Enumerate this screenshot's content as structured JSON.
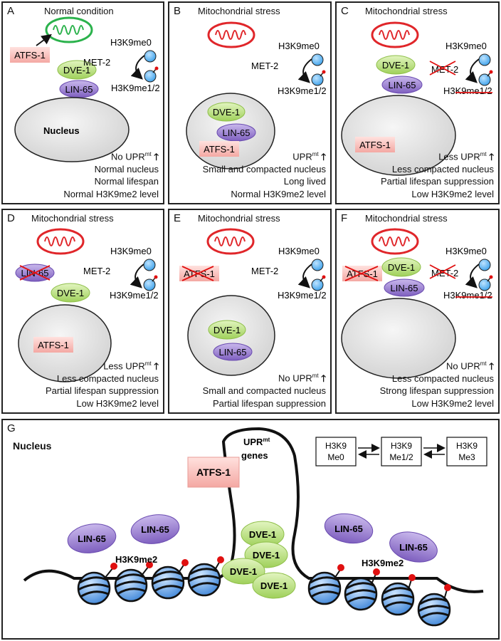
{
  "panels": {
    "A": {
      "label": "A",
      "title": "Normal condition",
      "atfs": "ATFS-1",
      "dve": "DVE-1",
      "lin": "LIN-65",
      "met": "MET-2",
      "h0": "H3K9me0",
      "h12": "H3K9me1/2",
      "nucleus": "Nucleus",
      "upr_pre": "No UPR",
      "upr_sup": "mt",
      "lines": [
        "Normal nucleus",
        "Normal lifespan",
        "Normal H3K9me2 level"
      ]
    },
    "B": {
      "label": "B",
      "title": "Mitochondrial stress",
      "atfs": "ATFS-1",
      "dve": "DVE-1",
      "lin": "LIN-65",
      "met": "MET-2",
      "h0": "H3K9me0",
      "h12": "H3K9me1/2",
      "upr_pre": "UPR",
      "upr_sup": "mt",
      "lines": [
        "Small and compacted nucleus",
        "Long lived",
        "Normal H3K9me2 level"
      ]
    },
    "C": {
      "label": "C",
      "title": "Mitochondrial stress",
      "atfs": "ATFS-1",
      "dve": "DVE-1",
      "lin": "LIN-65",
      "met": "MET-2",
      "h0": "H3K9me0",
      "h12": "H3K9me1/2",
      "upr_pre": "Less UPR",
      "upr_sup": "mt",
      "lines": [
        "Less compacted nucleus",
        "Partial lifespan suppression",
        "Low H3K9me2 level"
      ]
    },
    "D": {
      "label": "D",
      "title": "Mitochondrial stress",
      "atfs": "ATFS-1",
      "dve": "DVE-1",
      "lin": "LIN-65",
      "met": "MET-2",
      "h0": "H3K9me0",
      "h12": "H3K9me1/2",
      "upr_pre": "Less UPR",
      "upr_sup": "mt",
      "lines": [
        "Less compacted nucleus",
        "Partial lifespan suppression",
        "Low H3K9me2 level"
      ]
    },
    "E": {
      "label": "E",
      "title": "Mitochondrial stress",
      "atfs": "ATFS-1",
      "dve": "DVE-1",
      "lin": "LIN-65",
      "met": "MET-2",
      "h0": "H3K9me0",
      "h12": "H3K9me1/2",
      "upr_pre": "No UPR",
      "upr_sup": "mt",
      "lines": [
        "Small and compacted nucleus",
        "Partial lifespan suppression"
      ]
    },
    "F": {
      "label": "F",
      "title": "Mitochondrial stress",
      "atfs": "ATFS-1",
      "dve": "DVE-1",
      "lin": "LIN-65",
      "met": "MET-2",
      "h0": "H3K9me0",
      "h12": "H3K9me1/2",
      "upr_pre": "No UPR",
      "upr_sup": "mt",
      "lines": [
        "Less compacted nucleus",
        "Strong lifespan suppression",
        "Low H3K9me2 level"
      ]
    },
    "G": {
      "label": "G",
      "nucleus": "Nucleus",
      "upr_pre": "UPR",
      "upr_sup": "mt",
      "genes": "genes",
      "atfs": "ATFS-1",
      "dve": "DVE-1",
      "lin": "LIN-65",
      "h3k9me2": "H3K9me2",
      "states": [
        [
          "H3K9",
          "Me0"
        ],
        [
          "H3K9",
          "Me1/2"
        ],
        [
          "H3K9",
          "Me3"
        ]
      ]
    }
  },
  "colors": {
    "mito_green": "#2bb24c",
    "mito_red": "#e0262a",
    "dve_green": "#b6e07a",
    "lin_purple": "#9378c8",
    "atfs_pink": "#f7b7b2",
    "nucleosome_blue": "#4a90e2",
    "methyl_red": "#e01010",
    "cross_red": "#e01010"
  }
}
